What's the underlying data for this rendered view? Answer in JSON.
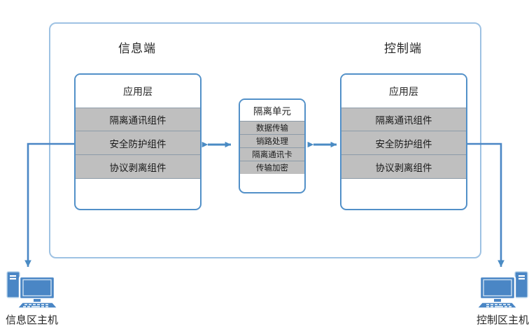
{
  "diagram": {
    "title_info_end": "信息端",
    "title_control_end": "控制端",
    "colors": {
      "outer_border": "#9EC2E3",
      "box_border": "#5290C8",
      "row_fill": "#BFBFBF",
      "row_border": "#8C9BA8",
      "arrow": "#4A8BC4",
      "icon": "#4A86C5"
    },
    "info_stack": {
      "header": "应用层",
      "rows": [
        "隔离通讯组件",
        "安全防护组件",
        "协议剥离组件"
      ]
    },
    "control_stack": {
      "header": "应用层",
      "rows": [
        "隔离通讯组件",
        "安全防护组件",
        "协议剥离组件"
      ]
    },
    "isolation_unit": {
      "header": "隔离单元",
      "rows": [
        "数据传输",
        "销路处理",
        "隔离通讯卡",
        "传输加密"
      ]
    },
    "hosts": {
      "left": {
        "label": "信息区主机",
        "icon": "desktop-computer-icon"
      },
      "right": {
        "label": "控制区主机",
        "icon": "desktop-computer-icon"
      }
    },
    "connectors": {
      "left_bidirectional": "bidirectional-arrow",
      "right_bidirectional": "bidirectional-arrow",
      "left_down": "down-arrow-to-host",
      "right_down": "down-arrow-to-host"
    }
  }
}
